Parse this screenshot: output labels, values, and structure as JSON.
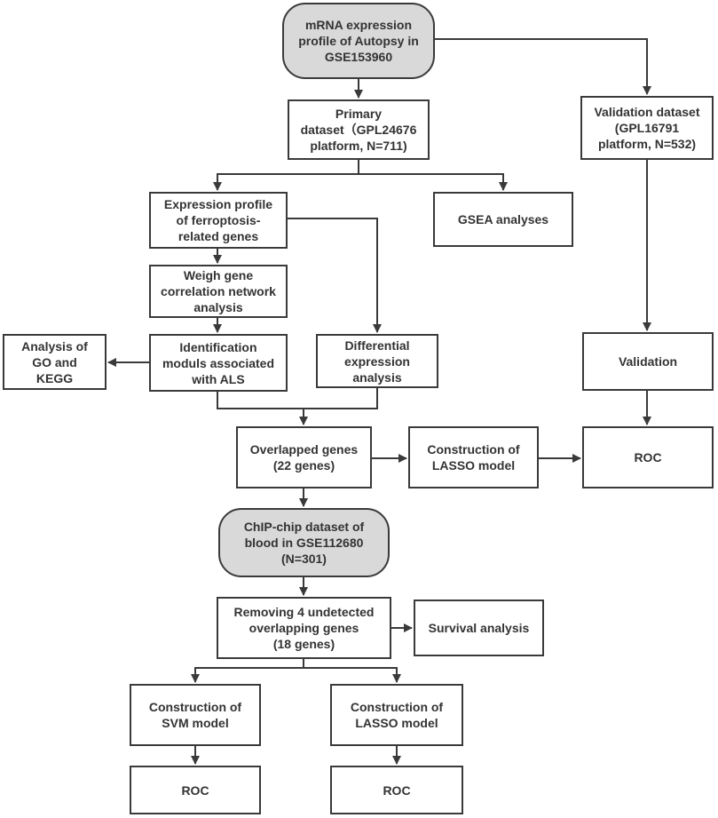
{
  "nodes": {
    "mrna_autopsy": "mRNA expression\nprofile of Autopsy in\nGSE153960",
    "primary_dataset": "Primary\ndataset（GPL24676\nplatform, N=711)",
    "validation_dataset": "Validation dataset\n(GPL16791\nplatform, N=532)",
    "expression_profile": "Expression profile\nof ferroptosis-\nrelated genes",
    "gsea": "GSEA analyses",
    "wgcna": "Weigh gene\ncorrelation network\nanalysis",
    "go_kegg": "Analysis of\nGO and\nKEGG",
    "identification_moduls": "Identification\nmoduls associated\nwith ALS",
    "differential_expression": "Differential\nexpression\nanalysis",
    "validation": "Validation",
    "overlapped_genes": "Overlapped genes\n(22 genes)",
    "lasso_construction_1": "Construction  of\nLASSO model",
    "roc_1": "ROC",
    "chip_blood": "ChIP-chip dataset of\nblood in GSE112680\n(N=301)",
    "removing_genes": "Removing 4 undetected\noverlapping genes\n(18 genes)",
    "survival": "Survival analysis",
    "svm_construction": "Construction of\nSVM model",
    "lasso_construction_2": "Construction  of\nLASSO model",
    "roc_2": "ROC",
    "roc_3": "ROC"
  },
  "style": {
    "stroke": "#3a3a3a",
    "terminal_fill": "#d9d9d9",
    "box_fill": "#ffffff",
    "text": "#333333"
  }
}
